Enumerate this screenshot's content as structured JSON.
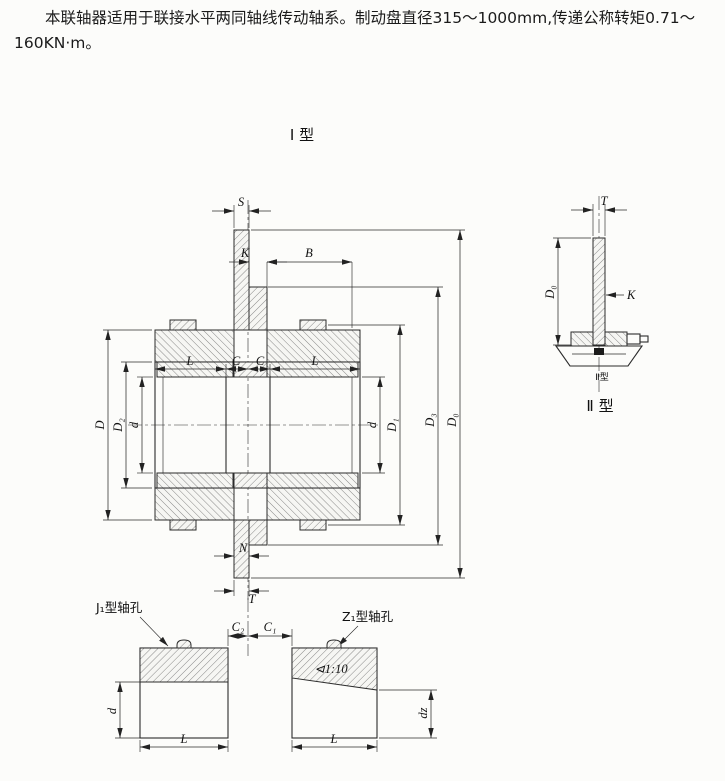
{
  "intro": {
    "text": "本联轴器适用于联接水平两同轴线传动轴系。制动盘直径315～1000mm,传递公称转矩0.71～160KN·m。"
  },
  "type1": {
    "caption": "I 型",
    "dims": {
      "s": "S",
      "k": "K",
      "b": "B",
      "l_left": "L",
      "c_left": "C",
      "c_right": "C",
      "l_right": "L",
      "dd": "D",
      "d2": "D₂",
      "d_left": "d",
      "d_right": "d",
      "d1": "D₁",
      "d3": "D₃",
      "d0": "D₀",
      "n": "N",
      "t": "T"
    }
  },
  "type2": {
    "caption": "Ⅱ 型",
    "small_label": "Ⅱ型",
    "dims": {
      "t": "T",
      "d0": "D₀",
      "k": "K"
    }
  },
  "bores": {
    "j1_label": "J₁型轴孔",
    "z1_label": "Z₁型轴孔",
    "taper_label": "⊲1:10",
    "dims": {
      "c2": "C₂",
      "c1": "C₁",
      "d": "d",
      "dz": "dz",
      "l_left": "L",
      "l_right": "L"
    }
  }
}
